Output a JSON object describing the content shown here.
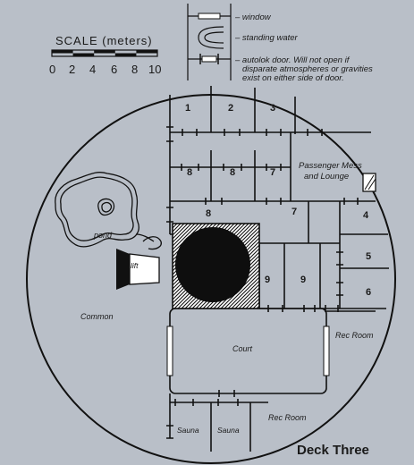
{
  "map": {
    "title": "Deck Three",
    "scale": {
      "label": "SCALE (meters)",
      "ticks": [
        "0",
        "2",
        "4",
        "6",
        "8",
        "10"
      ]
    },
    "legend": {
      "window": "– window",
      "standing_water": "– standing water",
      "autolok_line1": "– autolok door. Will not open if",
      "autolok_line2": "disparate atmospheres or gravities",
      "autolok_line3": "exist on either side of door."
    },
    "rooms": {
      "r1": "1",
      "r2": "2",
      "r3": "3",
      "r8a": "8",
      "r8b": "8",
      "r7a": "7",
      "r8c": "8",
      "r7b": "7",
      "r4": "4",
      "r5": "5",
      "r6": "6",
      "r9a": "9",
      "r9b": "9",
      "pmess1": "Passenger Mess",
      "pmess2": "and Lounge",
      "pond": "pond",
      "lift": "lift",
      "common": "Common",
      "court": "Court",
      "rec1": "Rec Room",
      "rec2": "Rec Room",
      "sauna1": "Sauna",
      "sauna2": "Sauna"
    },
    "colors": {
      "paper": "#b9bfc8",
      "ink": "#1a1a1a"
    }
  }
}
